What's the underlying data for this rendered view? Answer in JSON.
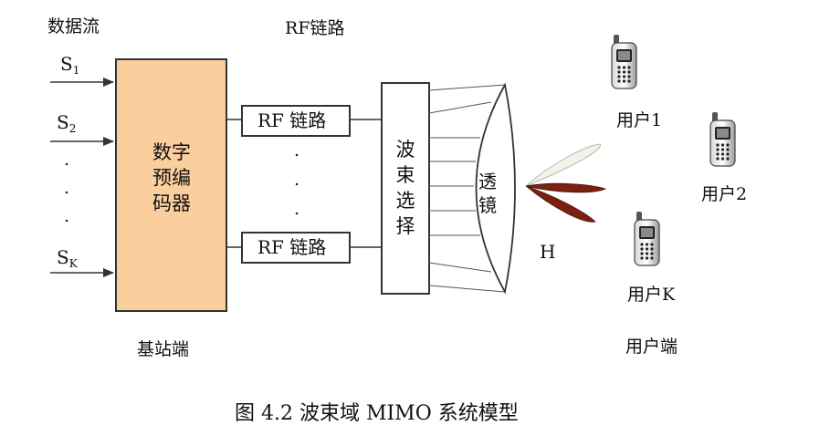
{
  "labels": {
    "data_stream": "数据流",
    "rf_chain_title": "RF链路",
    "s1": {
      "base": "S",
      "sub": "1"
    },
    "s2": {
      "base": "S",
      "sub": "2"
    },
    "sk": {
      "base": "S",
      "sub": "K"
    },
    "dot": ".",
    "precoder": [
      "数字",
      "预编",
      "码器"
    ],
    "rf_chain": "RF 链路",
    "beam_select": [
      "波",
      "束",
      "选",
      "择"
    ],
    "lens": [
      "透",
      "镜"
    ],
    "channel": "H",
    "user1": "用户1",
    "user2": "用户2",
    "userk": "用户K",
    "base_station": "基站端",
    "user_side": "用户端",
    "caption": "图 4.2 波束域 MIMO 系统模型"
  },
  "colors": {
    "precoder_fill": "#fbcf9d",
    "beam_red": "#7a2010",
    "beam_pale": "#f3f3ea",
    "line": "#333333"
  },
  "icons": [
    "mobile-phone-icon"
  ]
}
